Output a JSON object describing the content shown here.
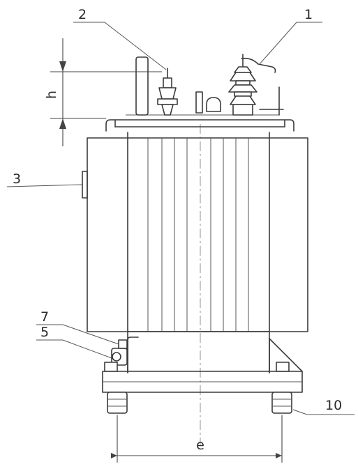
{
  "labels": {
    "l1": "1",
    "l2": "2",
    "l3": "3",
    "l5": "5",
    "l7": "7",
    "l10": "10"
  },
  "dimensions": {
    "height_symbol": "h",
    "width_symbol": "e"
  },
  "colors": {
    "line": "#3a3a3a",
    "background": "#ffffff"
  }
}
